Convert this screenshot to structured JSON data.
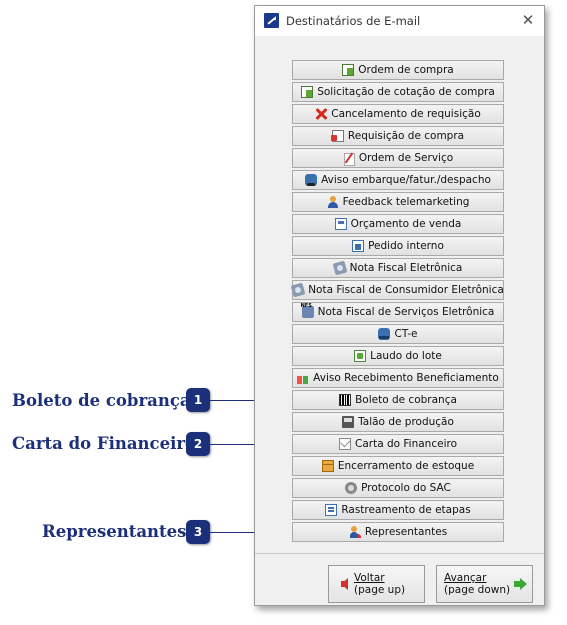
{
  "window": {
    "title": "Destinatários de E-mail",
    "close_glyph": "✕"
  },
  "buttons": [
    {
      "label": "Ordem de compra",
      "icon": "document-green-icon"
    },
    {
      "label": "Solicitação de cotação de compra",
      "icon": "document-green-icon"
    },
    {
      "label": "Cancelamento de requisição",
      "icon": "red-x-icon"
    },
    {
      "label": "Requisição de compra",
      "icon": "requisition-icon"
    },
    {
      "label": "Ordem de Serviço",
      "icon": "pencil-document-icon"
    },
    {
      "label": "Aviso embarque/fatur./despacho",
      "icon": "truck-icon"
    },
    {
      "label": "Feedback telemarketing",
      "icon": "person-icon"
    },
    {
      "label": "Orçamento de venda",
      "icon": "calculator-icon"
    },
    {
      "label": "Pedido interno",
      "icon": "order-document-icon"
    },
    {
      "label": "Nota Fiscal Eletrônica",
      "icon": "nfe-icon"
    },
    {
      "label": "Nota Fiscal de Consumidor Eletrônica",
      "icon": "nfe-icon"
    },
    {
      "label": "Nota Fiscal de Serviços Eletrônica",
      "icon": "nfs-icon"
    },
    {
      "label": "CT-e",
      "icon": "cte-truck-icon"
    },
    {
      "label": "Laudo do lote",
      "icon": "report-icon"
    },
    {
      "label": "Aviso Recebimento Beneficiamento",
      "icon": "bottles-icon"
    },
    {
      "label": "Boleto de cobrança",
      "icon": "barcode-icon"
    },
    {
      "label": "Talão de produção",
      "icon": "printer-icon"
    },
    {
      "label": "Carta do Financeiro",
      "icon": "envelope-icon"
    },
    {
      "label": "Encerramento de estoque",
      "icon": "box-icon"
    },
    {
      "label": "Protocolo do SAC",
      "icon": "disc-icon"
    },
    {
      "label": "Rastreamento de etapas",
      "icon": "checklist-icon"
    },
    {
      "label": "Representantes",
      "icon": "representative-icon"
    }
  ],
  "footer": {
    "back": {
      "line1": "Voltar",
      "line2": "(page up)"
    },
    "next": {
      "line1": "Avançar",
      "line2": "(page down)"
    }
  },
  "callouts": [
    {
      "label": "Boleto de cobrança",
      "number": "1"
    },
    {
      "label": "Carta do Financeiro",
      "number": "2"
    },
    {
      "label": "Representantes",
      "number": "3"
    }
  ],
  "colors": {
    "callout": "#1b2f7a",
    "dialog_bg": "#f0f0f0",
    "back_arrow": "#d4312a",
    "next_arrow": "#3aa832"
  }
}
